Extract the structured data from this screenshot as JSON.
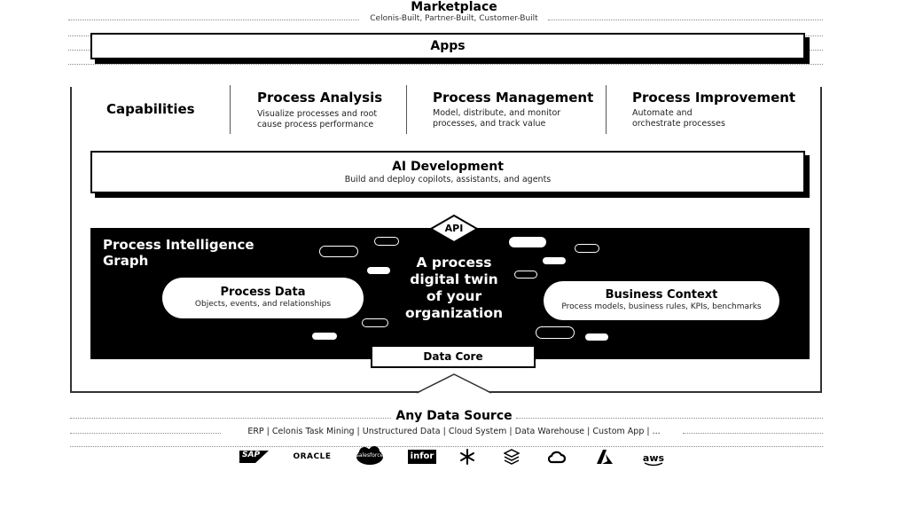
{
  "marketplace": {
    "title": "Marketplace",
    "subtitle": "Celonis-Built, Partner-Built, Customer-Built"
  },
  "apps": {
    "label": "Apps"
  },
  "capabilities": {
    "heading": "Capabilities",
    "items": [
      {
        "title": "Process Analysis",
        "line1": "Visualize processes and root",
        "line2": "cause process performance"
      },
      {
        "title": "Process Management",
        "line1": "Model, distribute, and monitor",
        "line2": "processes, and track value"
      },
      {
        "title": "Process Improvement",
        "line1": "Automate and",
        "line2": "orchestrate processes"
      }
    ]
  },
  "ai_development": {
    "title": "AI Development",
    "subtitle": "Build and deploy copilots, assistants, and agents"
  },
  "api": {
    "label": "API"
  },
  "graph": {
    "title_line1": "Process Intelligence",
    "title_line2": "Graph",
    "process_data": {
      "title": "Process Data",
      "subtitle": "Objects, events, and relationships"
    },
    "twin_lines": [
      "A process",
      "digital twin",
      "of your",
      "organization"
    ],
    "business_context": {
      "title": "Business Context",
      "subtitle": "Process models, business rules, KPIs, benchmarks"
    }
  },
  "data_core": {
    "label": "Data Core"
  },
  "any_data_source": {
    "title": "Any Data Source",
    "subtitle": "ERP | Celonis Task Mining | Unstructured Data | Cloud System | Data Warehouse | Custom App | ..."
  },
  "logos": {
    "sap": "SAP",
    "oracle": "ORACLE",
    "salesforce": "salesforce",
    "infor": "infor",
    "aws": "aws",
    "icons": [
      "snowflake-icon",
      "stack-icon",
      "cloud-icon",
      "azure-icon"
    ]
  },
  "colors": {
    "ink": "#000000",
    "paper": "#ffffff",
    "salesforce_blue": "#000000"
  }
}
